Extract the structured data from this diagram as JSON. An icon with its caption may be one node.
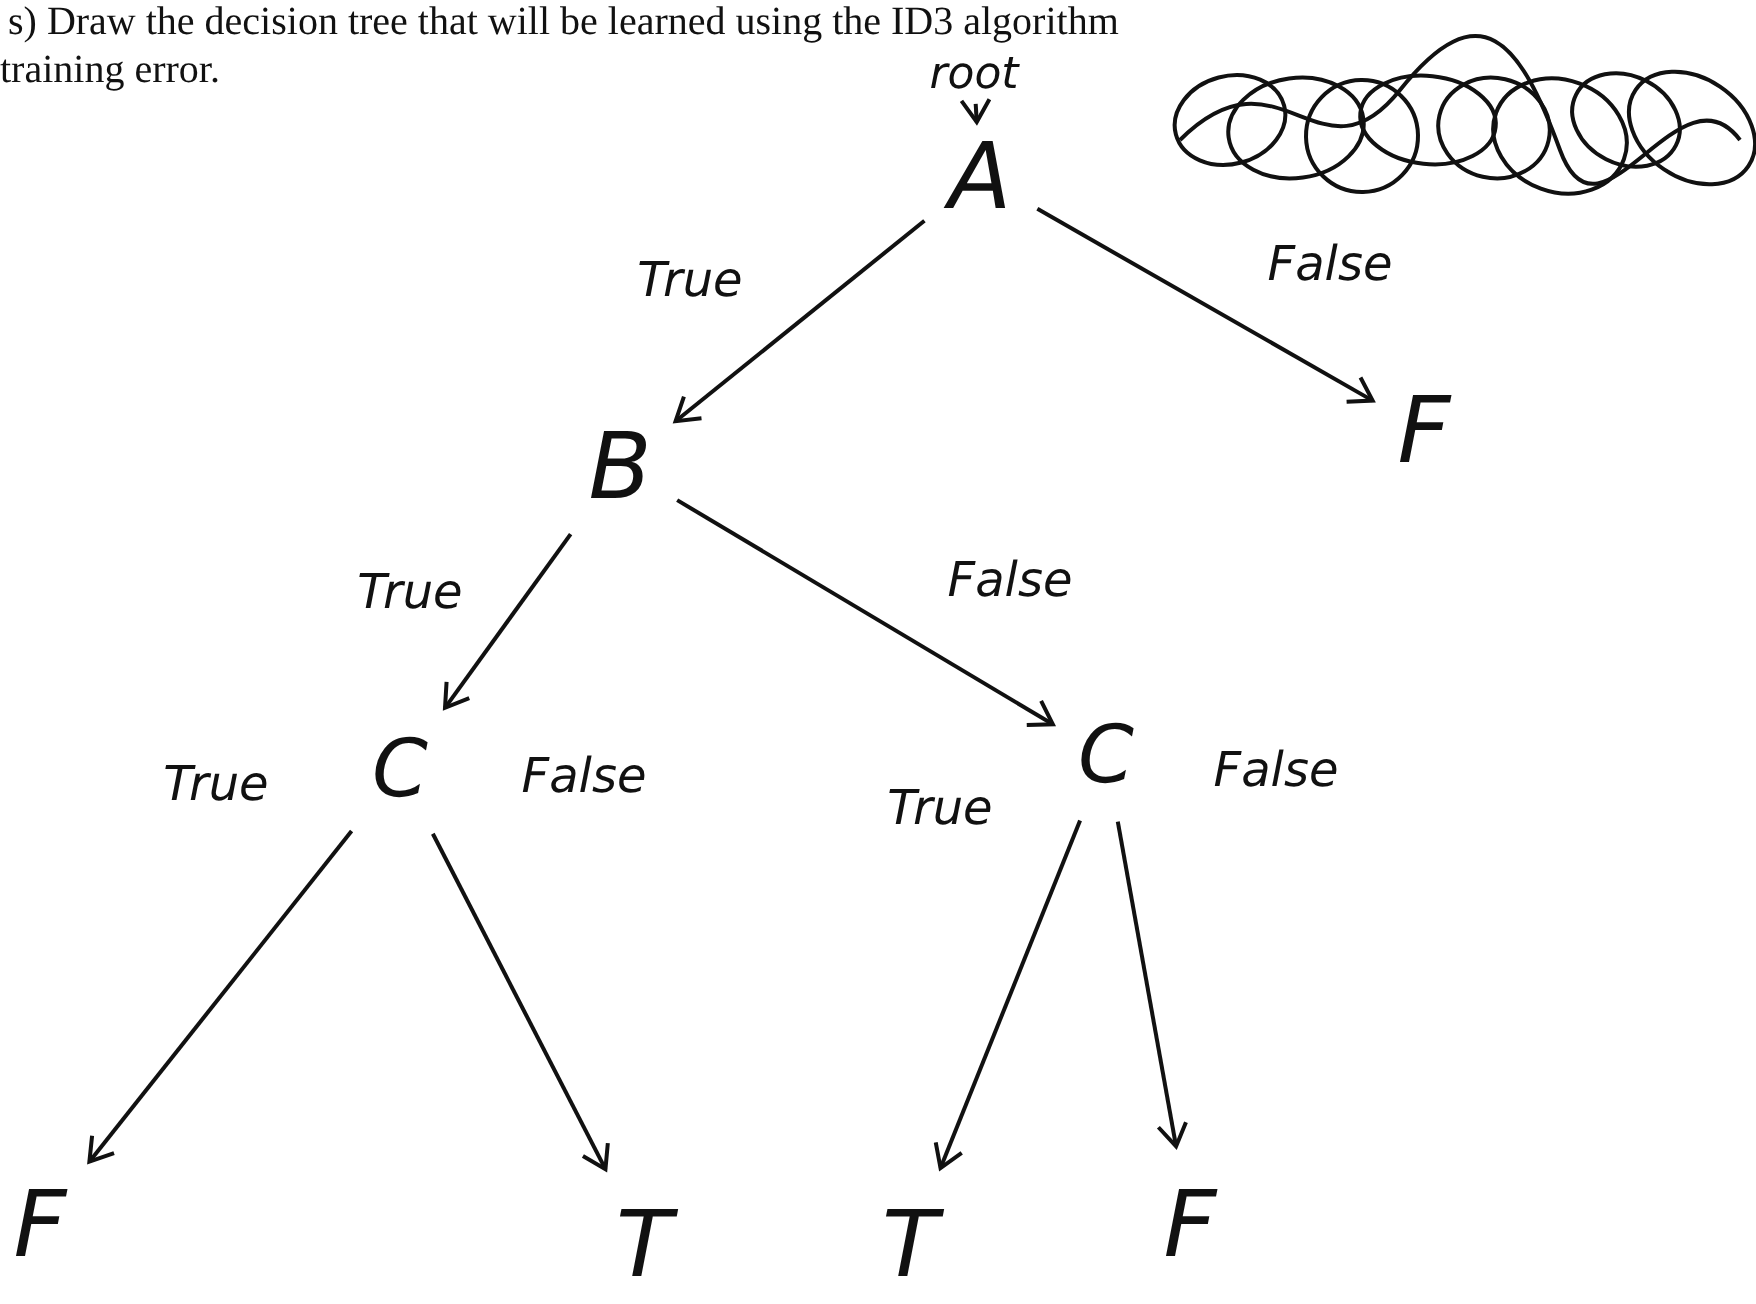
{
  "diagram": {
    "nodes": [
      {
        "text": [
          "root"
        ]
      },
      {
        "text": [
          "A"
        ]
      },
      {
        "text": [
          "B"
        ]
      },
      {
        "text": [
          "F"
        ]
      },
      {
        "text": [
          "C"
        ]
      },
      {
        "text": [
          "C"
        ]
      },
      {
        "text": [
          "F"
        ]
      },
      {
        "text": [
          "T"
        ]
      },
      {
        "text": [
          "T"
        ]
      },
      {
        "text": [
          "F"
        ]
      }
    ],
    "edges": [
      {
        "from": 0,
        "to": 1,
        "arrow": "to"
      },
      {
        "from": 1,
        "to": 2,
        "arrow": "to",
        "label": "True"
      },
      {
        "from": 1,
        "to": 3,
        "arrow": "to",
        "label": "False"
      },
      {
        "from": 2,
        "to": 4,
        "arrow": "to",
        "label": "True"
      },
      {
        "from": 2,
        "to": 5,
        "arrow": "to",
        "label": "False"
      },
      {
        "from": 4,
        "to": 6,
        "arrow": "to",
        "label": "True"
      },
      {
        "from": 4,
        "to": 7,
        "arrow": "to",
        "label": "False"
      },
      {
        "from": 5,
        "to": 8,
        "arrow": "to",
        "label": "True"
      },
      {
        "from": 5,
        "to": 9,
        "arrow": "to",
        "label": "False"
      }
    ],
    "labels": [
      "s) Draw the decision tree that will be learned using the ID3 algorithm",
      "training error."
    ]
  }
}
